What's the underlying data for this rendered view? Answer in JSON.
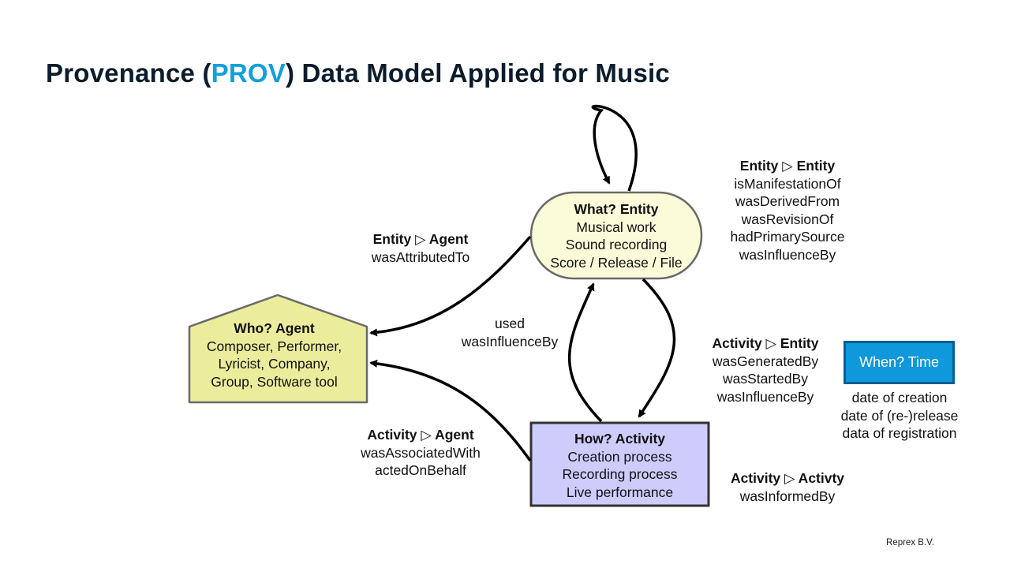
{
  "title": {
    "prefix": "Provenance (",
    "accent": "PROV",
    "suffix": ") Data Model Applied for Music",
    "accent_color": "#12a0dc"
  },
  "nodes": {
    "entity": {
      "head": "What? Entity",
      "lines": [
        "Musical work",
        "Sound recording",
        "Score / Release / File"
      ],
      "fill": "#fbfbd9"
    },
    "agent": {
      "head": "Who? Agent",
      "lines": [
        "Composer, Performer,",
        "Lyricist, Company,",
        "Group, Software tool"
      ],
      "fill": "#ebed9c"
    },
    "activity": {
      "head": "How? Activity",
      "lines": [
        "Creation process",
        "Recording process",
        "Live performance"
      ],
      "fill": "#cdccfb"
    },
    "time": {
      "label": "When? Time",
      "lines": [
        "date of creation",
        "date of (re-)release",
        "data of registration"
      ],
      "fill": "#0f98dc"
    }
  },
  "relations": {
    "entity_entity": {
      "head": "Entity ▷ Entity",
      "lines": [
        "isManifestationOf",
        "wasDerivedFrom",
        "wasRevisionOf",
        "hadPrimarySource",
        "wasInfluenceBy"
      ]
    },
    "entity_agent": {
      "head": "Entity ▷ Agent",
      "lines": [
        "wasAttributedTo"
      ]
    },
    "used": {
      "lines": [
        "used",
        "wasInfluenceBy"
      ]
    },
    "activity_entity": {
      "head": "Activity ▷ Entity",
      "lines": [
        "wasGeneratedBy",
        "wasStartedBy",
        "wasInfluenceBy"
      ]
    },
    "activity_agent": {
      "head": "Activity ▷ Agent",
      "lines": [
        "wasAssociatedWith",
        "actedOnBehalf"
      ]
    },
    "activity_activity": {
      "head": "Activity ▷ Activty",
      "lines": [
        "wasInformedBy"
      ]
    }
  },
  "footer": "Reprex B.V."
}
